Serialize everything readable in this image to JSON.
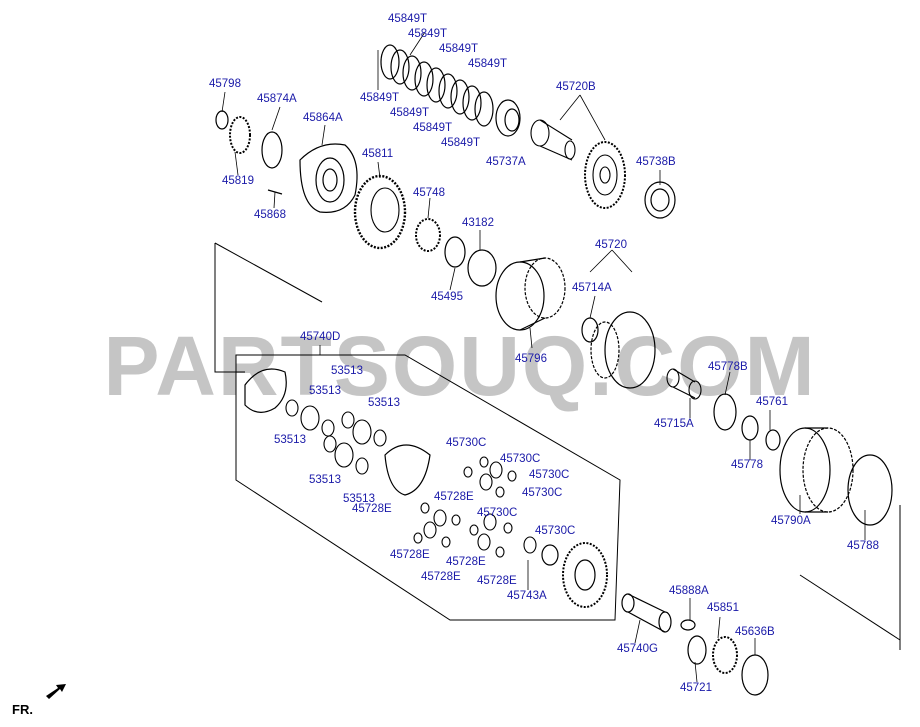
{
  "watermark": "PARTSOUQ.COM",
  "orientation_label": "FR.",
  "icons": [
    "front-arrow-icon"
  ],
  "labels": {
    "p45849t_a": "45849T",
    "p45849t_b": "45849T",
    "p45849t_c": "45849T",
    "p45849t_d": "45849T",
    "p45849t_e": "45849T",
    "p45849t_f": "45849T",
    "p45849t_g": "45849T",
    "p45849t_h": "45849T",
    "p45720b": "45720B",
    "p45798": "45798",
    "p45874a": "45874A",
    "p45864a": "45864A",
    "p45811": "45811",
    "p45737a": "45737A",
    "p45738b": "45738B",
    "p45819": "45819",
    "p45868": "45868",
    "p45748": "45748",
    "p43182": "43182",
    "p45720": "45720",
    "p45495": "45495",
    "p45714a": "45714A",
    "p45796": "45796",
    "p45740d": "45740D",
    "p45778b": "45778B",
    "p53513_a": "53513",
    "p53513_b": "53513",
    "p53513_c": "53513",
    "p53513_d": "53513",
    "p53513_e": "53513",
    "p53513_f": "53513",
    "p45715a": "45715A",
    "p45761": "45761",
    "p45778": "45778",
    "p45730c_a": "45730C",
    "p45730c_b": "45730C",
    "p45730c_c": "45730C",
    "p45730c_d": "45730C",
    "p45730c_e": "45730C",
    "p45730c_f": "45730C",
    "p45728e_a": "45728E",
    "p45728e_b": "45728E",
    "p45728e_c": "45728E",
    "p45728e_d": "45728E",
    "p45728e_e": "45728E",
    "p45728e_f": "45728E",
    "p45790a": "45790A",
    "p45788": "45788",
    "p45743a": "45743A",
    "p45888a": "45888A",
    "p45851": "45851",
    "p45636b": "45636B",
    "p45740g": "45740G",
    "p45721": "45721"
  }
}
